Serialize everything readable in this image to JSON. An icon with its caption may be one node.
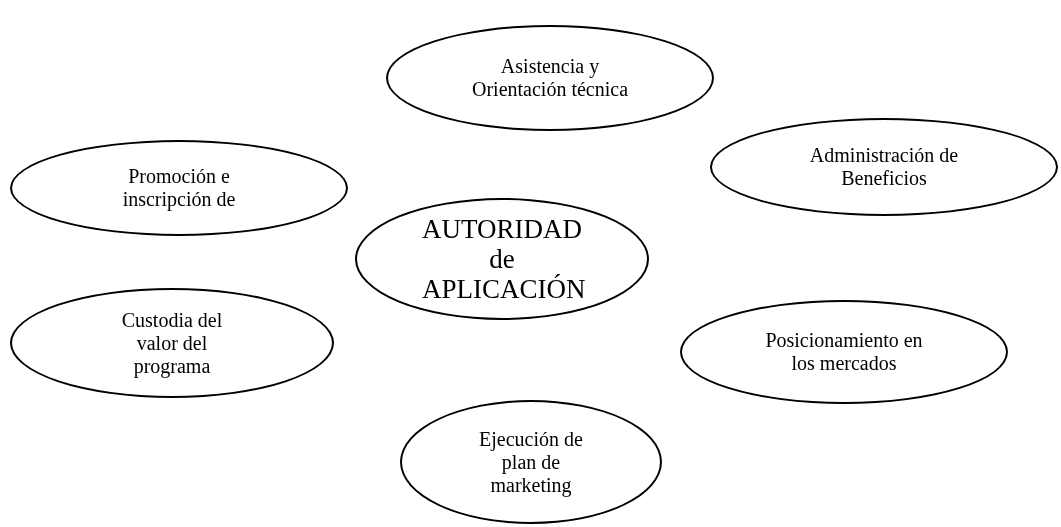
{
  "diagram": {
    "nodes": [
      {
        "text": [
          "Asistencia y Orientación técnica"
        ]
      },
      {
        "text": [
          "Promoción e inscripción de"
        ]
      },
      {
        "text": [
          "Administración de Beneficios"
        ]
      },
      {
        "text": [
          "AUTORIDAD de APLICACIÓN"
        ]
      },
      {
        "text": [
          "Custodia del valor del programa"
        ]
      },
      {
        "text": [
          "Posicionamiento en los mercados"
        ]
      },
      {
        "text": [
          "Ejecución de plan de marketing"
        ]
      }
    ]
  }
}
